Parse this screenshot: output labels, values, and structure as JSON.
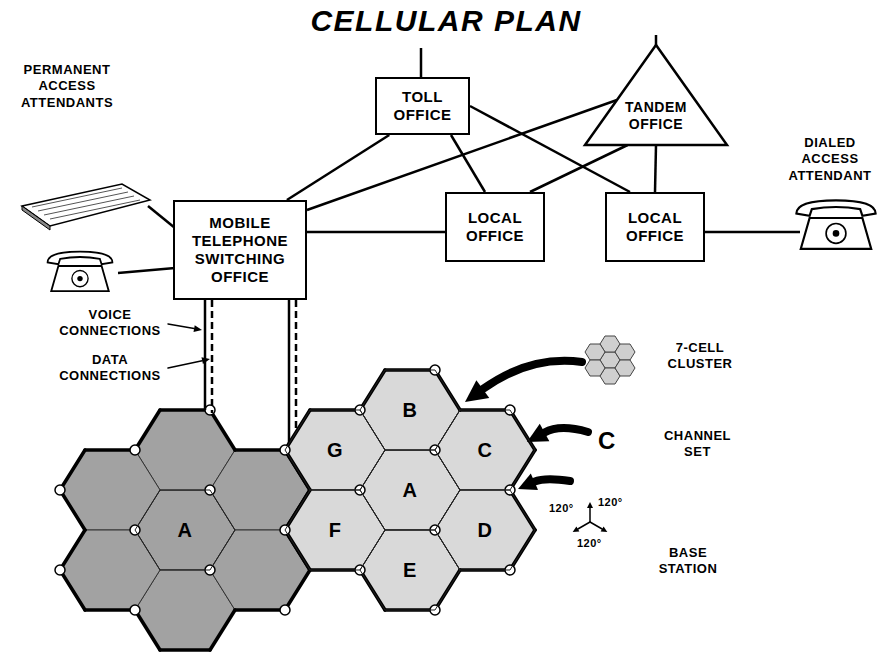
{
  "diagram": {
    "title": "CELLULAR PLAN",
    "nodes": [
      {
        "text": [
          "TOLL OFFICE"
        ]
      },
      {
        "text": [
          "TANDEM OFFICE"
        ]
      },
      {
        "text": [
          "MOBILE TELEPHONE SWITCHING OFFICE"
        ]
      },
      {
        "text": [
          "LOCAL OFFICE"
        ]
      },
      {
        "text": [
          "LOCAL OFFICE"
        ]
      },
      {
        "text": [
          "B"
        ]
      },
      {
        "text": [
          "G"
        ]
      },
      {
        "text": [
          "C"
        ]
      },
      {
        "text": [
          "A"
        ]
      },
      {
        "text": [
          "A"
        ]
      },
      {
        "text": [
          "F"
        ]
      },
      {
        "text": [
          "D"
        ]
      },
      {
        "text": [
          "E"
        ]
      }
    ],
    "edges": [
      {
        "from": 2,
        "to": 0,
        "arrow": "none"
      },
      {
        "from": 2,
        "to": 1,
        "arrow": "none"
      },
      {
        "from": 2,
        "to": 3,
        "arrow": "none"
      },
      {
        "from": 0,
        "to": 3,
        "arrow": "none"
      },
      {
        "from": 0,
        "to": 4,
        "arrow": "none"
      },
      {
        "from": 1,
        "to": 3,
        "arrow": "none"
      },
      {
        "from": 1,
        "to": 4,
        "arrow": "none"
      }
    ],
    "labels": [
      "PERMANENT ACCESS ATTENDANTS",
      "DIALED ACCESS ATTENDANT",
      "VOICE CONNECTIONS",
      "DATA CONNECTIONS",
      "7-CELL CLUSTER",
      "C",
      "CHANNEL SET",
      "120°",
      "120°",
      "120°",
      "BASE STATION"
    ]
  }
}
